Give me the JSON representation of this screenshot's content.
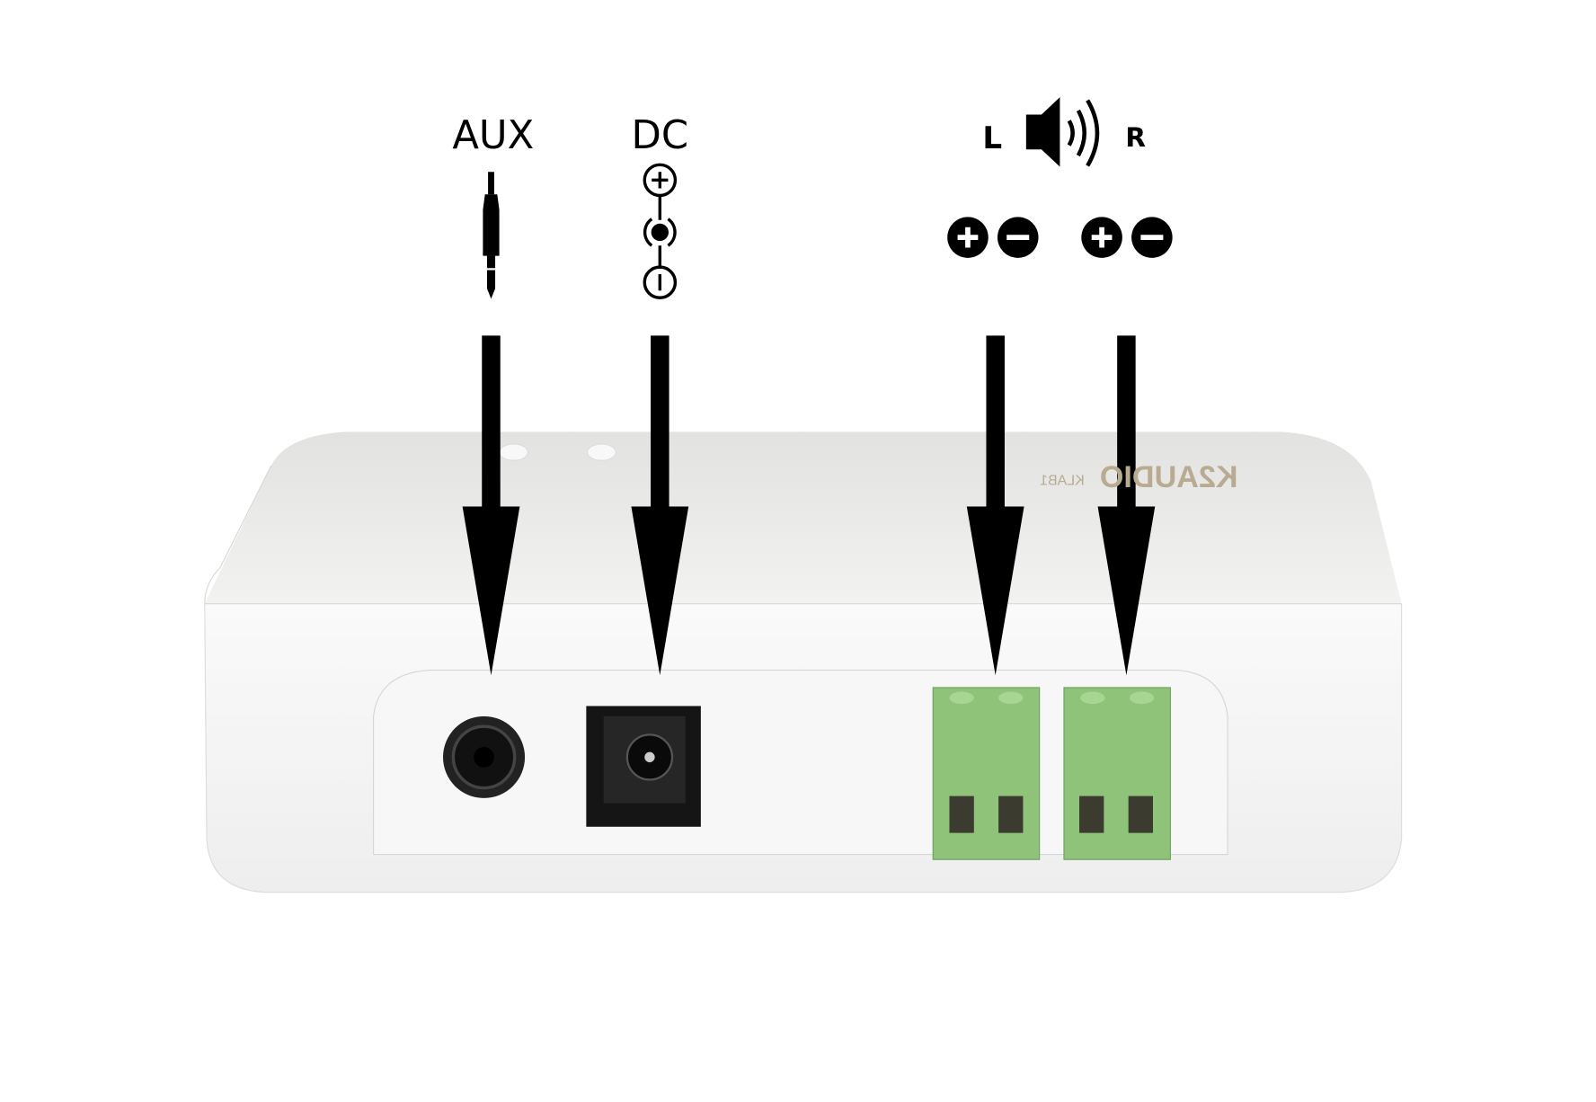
{
  "labels": {
    "aux": "AUX",
    "dc": "DC",
    "left": "L",
    "right": "R"
  },
  "icons": {
    "aux": "audio-jack-plug-icon",
    "dc": "dc-polarity-icon",
    "speaker": "speaker-volume-icon",
    "terminal_left": [
      "plus-circle-icon",
      "minus-circle-icon"
    ],
    "terminal_right": [
      "plus-circle-icon",
      "minus-circle-icon"
    ]
  },
  "device": {
    "logo_text": "K2AUDIO",
    "logo_sub": "KLAB1",
    "body_color": "#f3f3f3",
    "terminal_color": "#8fc37a"
  },
  "arrow_color": "#000000"
}
